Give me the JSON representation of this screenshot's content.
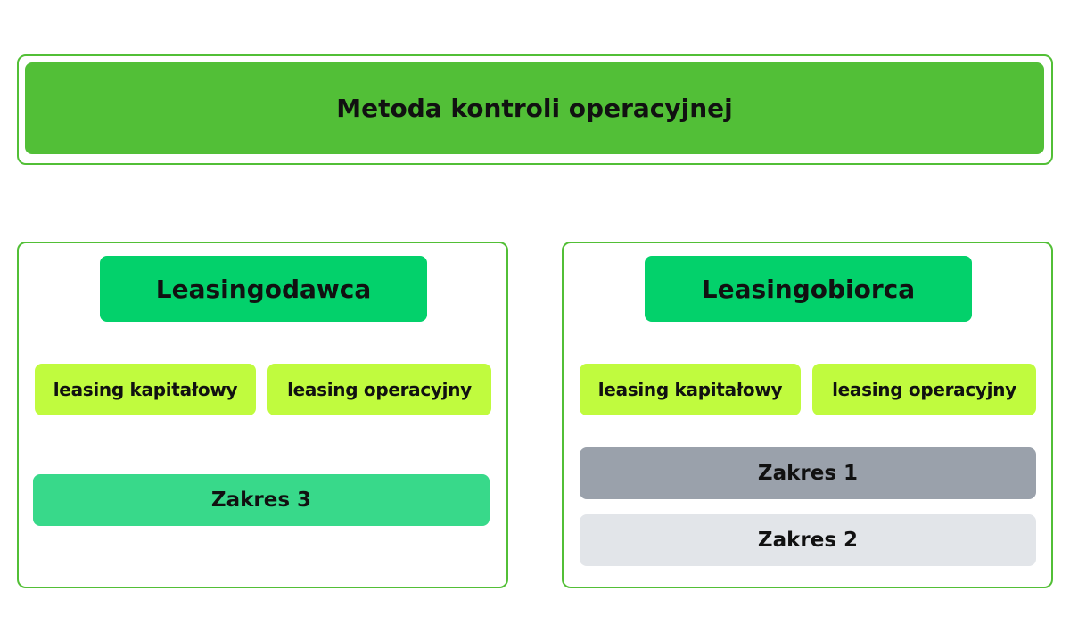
{
  "title": "Metoda kontroli operacyjnej",
  "lessor": {
    "title": "Leasingodawca",
    "types": [
      "leasing kapitałowy",
      "leasing operacyjny"
    ],
    "scopes": [
      "Zakres 3"
    ]
  },
  "lessee": {
    "title": "Leasingobiorca",
    "types": [
      "leasing kapitałowy",
      "leasing operacyjny"
    ],
    "scopes": [
      "Zakres 1",
      "Zakres 2"
    ]
  },
  "colors": {
    "title_bg": "#52bf37",
    "header_bg": "#03d16b",
    "chip_bg": "#c0fb3e",
    "scope3_bg": "#38d98a",
    "scope1_bg": "#9aa1ab",
    "scope2_bg": "#e2e5e9",
    "border": "#52bf36"
  }
}
